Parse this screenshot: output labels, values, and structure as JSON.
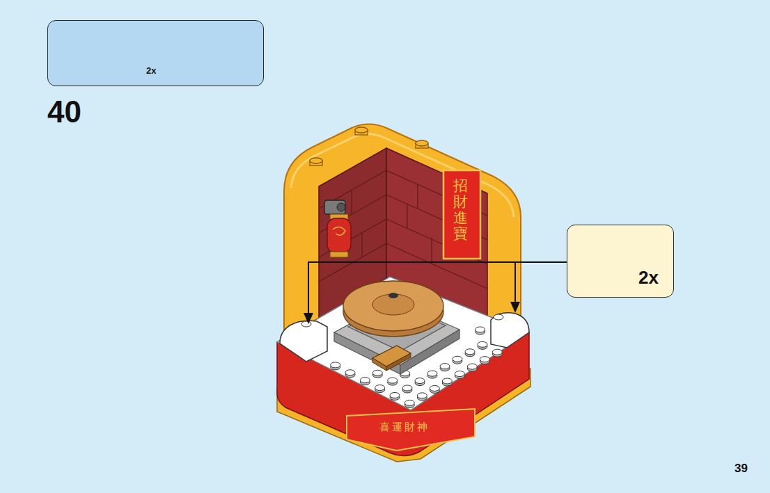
{
  "diagram": {
    "nodes": [
      {
        "text": [
          "2x"
        ]
      },
      {
        "text": [
          "2x"
        ]
      }
    ],
    "labels": [
      "40",
      "招財進寶",
      "喜運財神",
      "39"
    ]
  }
}
